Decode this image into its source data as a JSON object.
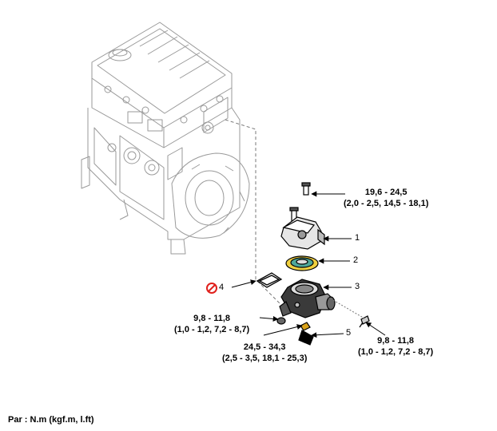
{
  "callouts": {
    "t1_line1": "19,6 - 24,5",
    "t1_line2": "(2,0 - 2,5, 14,5 - 18,1)",
    "t2_line1": "9,8 - 11,8",
    "t2_line2": "(1,0 - 1,2, 7,2 - 8,7)",
    "t3_line1": "24,5 - 34,3",
    "t3_line2": "(2,5 - 3,5, 18,1 - 25,3)",
    "t4_line1": "9,8 - 11,8",
    "t4_line2": "(1,0 - 1,2, 7,2 - 8,7)"
  },
  "parts": [
    "1",
    "2",
    "3",
    "4",
    "5"
  ],
  "footer": "Par : N.m (kgf.m, l.ft)",
  "icons": {
    "no_reuse": "prohibited-icon"
  },
  "colors": {
    "no_reuse": "#e0201c",
    "gasket_ring": "#4fa89a",
    "sensor": "#d9a21a"
  }
}
